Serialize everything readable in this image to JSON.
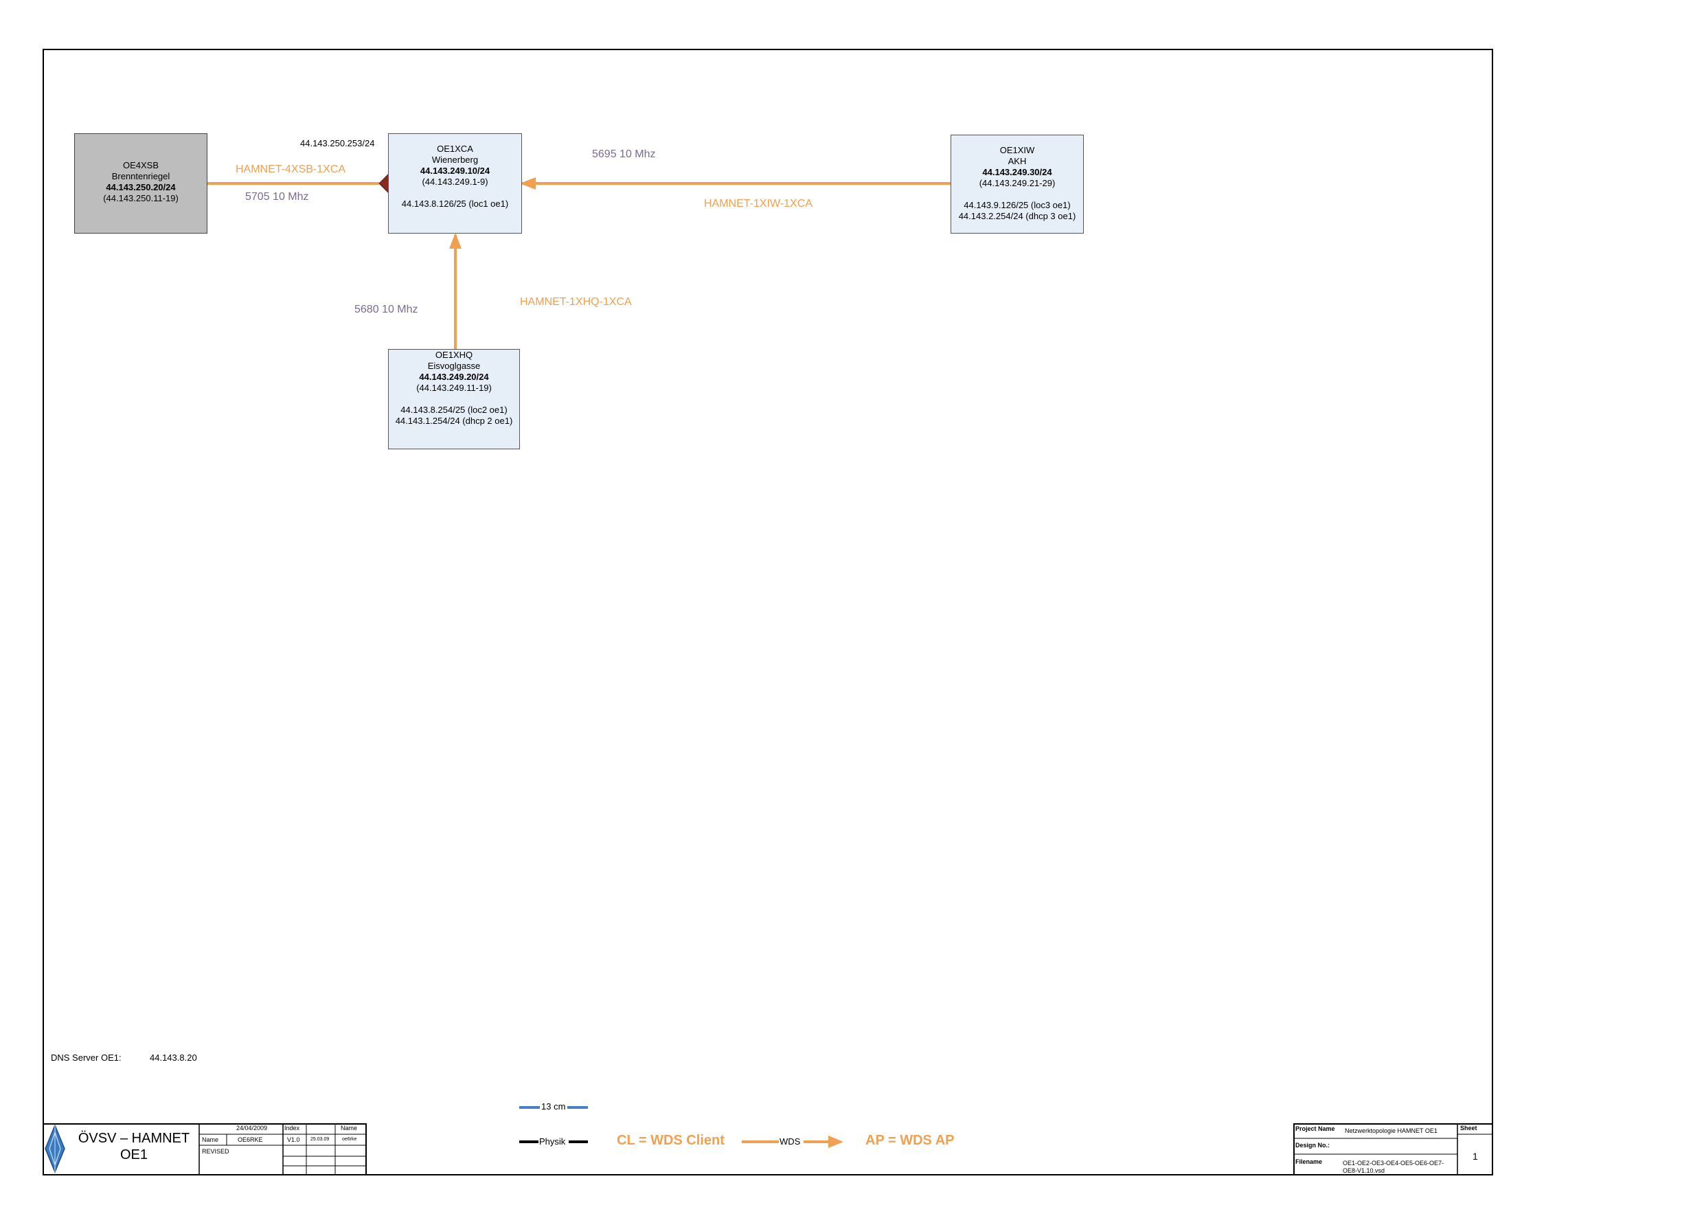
{
  "nodes": {
    "oe4xsb": {
      "name": "OE4XSB",
      "location": "Brenntenriegel",
      "ip": "44.143.250.20/24",
      "range": "(44.143.250.11-19)"
    },
    "oe1xca": {
      "name": "OE1XCA",
      "location": "Wienerberg",
      "ip": "44.143.249.10/24",
      "range": "(44.143.249.1-9)",
      "extra1": "44.143.8.126/25 (loc1 oe1)"
    },
    "oe1xiw": {
      "name": "OE1XIW",
      "location": "AKH",
      "ip": "44.143.249.30/24",
      "range": "(44.143.249.21-29)",
      "extra1": "44.143.9.126/25 (loc3 oe1)",
      "extra2": "44.143.2.254/24 (dhcp 3 oe1)"
    },
    "oe1xhq": {
      "name": "OE1XHQ",
      "location": "Eisvoglgasse",
      "ip": "44.143.249.20/24",
      "range": "(44.143.249.11-19)",
      "extra1": "44.143.8.254/25 (loc2 oe1)",
      "extra2": "44.143.1.254/24 (dhcp 2 oe1)"
    }
  },
  "links": {
    "xsb_xca": {
      "name": "HAMNET-4XSB-1XCA",
      "freq": "5705 10 Mhz",
      "ip": "44.143.250.253/24"
    },
    "xiw_xca": {
      "name": "HAMNET-1XIW-1XCA",
      "freq": "5695 10 Mhz"
    },
    "xhq_xca": {
      "name": "HAMNET-1XHQ-1XCA",
      "freq": "5680 10 Mhz"
    }
  },
  "dns": {
    "label": "DNS Server OE1:",
    "value": "44.143.8.20"
  },
  "legend": {
    "scale": "13 cm",
    "physik": "Physik",
    "cl": "CL = WDS Client",
    "wds": "WDS",
    "ap": "AP = WDS AP"
  },
  "title_block": {
    "org": "ÖVSV – HAMNET",
    "region": "OE1",
    "date": "24/04/2009",
    "name_label": "Name",
    "name_value": "OE6RKE",
    "revised": "REVISED",
    "index_label": "Index",
    "index_name_label": "Name",
    "version": "V1.0",
    "index_date": "25.03.09",
    "index_name": "oe6rke"
  },
  "project_block": {
    "project_label": "Project Name",
    "project_value": "Netzwerktopologie HAMNET OE1",
    "design_label": "Design No.:",
    "design_value": "",
    "filename_label": "Filename",
    "filename_value": "OE1-OE2-OE3-OE4-OE5-OE6-OE7-OE8-V1.10.vsd",
    "sheet_label": "Sheet",
    "sheet_value": "1"
  },
  "colors": {
    "link": "#f0a050",
    "node_fill": "#e6eef7",
    "node_gray": "#bdbdbd",
    "diamond": "#8b2a1e",
    "scale_line": "#4a7cc8"
  }
}
